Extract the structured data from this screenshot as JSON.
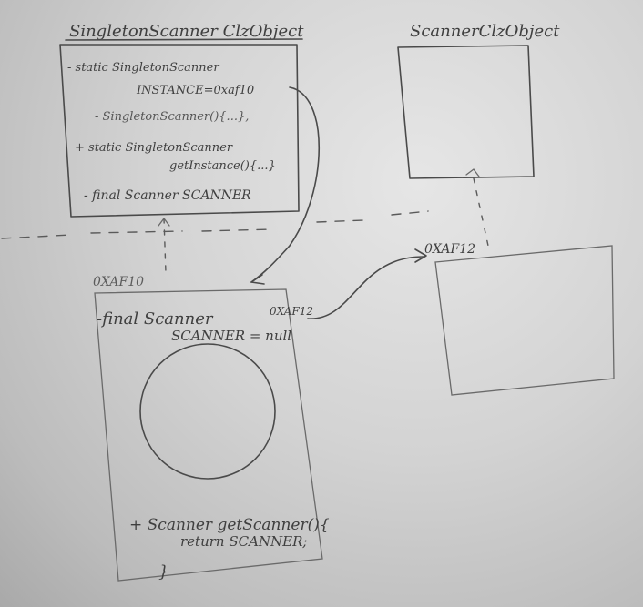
{
  "singleton_object": {
    "title": "SingletonScanner ClzObject",
    "members": [
      {
        "line1": "- static SingletonScanner",
        "line2": "INSTANCE=0xaf10"
      },
      {
        "line1": "- SingletonScanner(){...},",
        "line2": ""
      },
      {
        "line1": "+ static SingletonScanner",
        "line2": "getInstance(){...}"
      },
      {
        "line1": "- final Scanner SCANNER",
        "line2": ""
      }
    ]
  },
  "scanner_clz_object": {
    "title": "ScannerClzObject"
  },
  "instance_object": {
    "address": "0XAF10",
    "field_line1": "-final Scanner",
    "field_line2": "SCANNER = null",
    "field_value_address": "0XAF12",
    "method_line1": "+ Scanner getScanner(){",
    "method_line2": "return SCANNER;",
    "method_close": "}"
  },
  "scanner_instance": {
    "address": "0XAF12"
  }
}
